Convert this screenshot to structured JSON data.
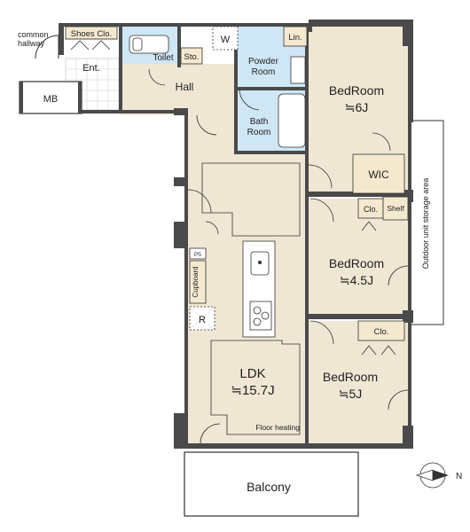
{
  "plan": {
    "rooms": {
      "common_hallway": "common\nhallway",
      "shoes_closet": "Shoes Clo.",
      "toilet": "Toilet",
      "storage_small": "Sto.",
      "washer": "W",
      "linen": "Lin.",
      "powder_room": "Powder\nRoom",
      "entrance": "Ent.",
      "mb": "MB",
      "hall": "Hall",
      "bath_room": "Bath\nRoom",
      "bedroom1_name": "BedRoom",
      "bedroom1_size": "≒6J",
      "wic": "WIC",
      "closet_small": "Clo.",
      "shelf": "Shelf",
      "outdoor_storage": "Outdoor unit storage area",
      "ps": "PS",
      "cupboard": "Cupboard",
      "refrigerator": "R",
      "bedroom2_name": "BedRoom",
      "bedroom2_size": "≒4.5J",
      "closet_bedroom3": "Clo.",
      "ldk_name": "LDK",
      "ldk_size": "≒15.7J",
      "floor_heating": "Floor heating",
      "bedroom3_name": "BedRoom",
      "bedroom3_size": "≒5J",
      "balcony": "Balcony"
    },
    "compass": {
      "label": "N"
    },
    "colors": {
      "wall": "#4a4a4a",
      "room": "#efe7d3",
      "wet": "#cfe6f5",
      "storage": "#f4e9cf",
      "line": "#333333"
    }
  }
}
